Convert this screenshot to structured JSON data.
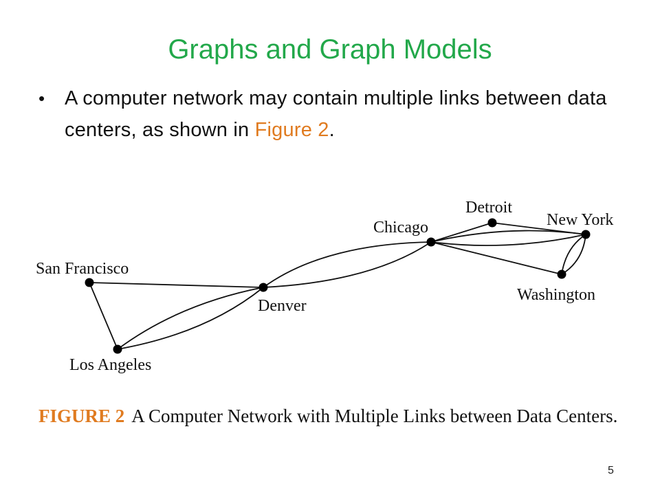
{
  "slide": {
    "title": "Graphs and Graph Models",
    "bullet_text_before": "A computer network may contain multiple links between data centers, as shown in ",
    "bullet_figure_ref": "Figure 2",
    "bullet_text_after": ".",
    "page_number": "5"
  },
  "colors": {
    "title": "#22a84a",
    "accent_orange": "#e07b20",
    "text": "#111111"
  },
  "figure": {
    "caption_label": "FIGURE 2",
    "caption_text": "A Computer Network with Multiple Links between Data Centers.",
    "nodes": [
      {
        "id": "sf",
        "label": "San Francisco"
      },
      {
        "id": "den",
        "label": "Denver"
      },
      {
        "id": "la",
        "label": "Los Angeles"
      },
      {
        "id": "chi",
        "label": "Chicago"
      },
      {
        "id": "det",
        "label": "Detroit"
      },
      {
        "id": "ny",
        "label": "New York"
      },
      {
        "id": "was",
        "label": "Washington"
      }
    ],
    "edges": [
      {
        "from": "sf",
        "to": "den",
        "links": 1
      },
      {
        "from": "sf",
        "to": "la",
        "links": 1
      },
      {
        "from": "la",
        "to": "den",
        "links": 2
      },
      {
        "from": "den",
        "to": "chi",
        "links": 2
      },
      {
        "from": "chi",
        "to": "det",
        "links": 1
      },
      {
        "from": "det",
        "to": "ny",
        "links": 1
      },
      {
        "from": "chi",
        "to": "ny",
        "links": 2
      },
      {
        "from": "chi",
        "to": "was",
        "links": 1
      },
      {
        "from": "ny",
        "to": "was",
        "links": 2
      }
    ]
  }
}
